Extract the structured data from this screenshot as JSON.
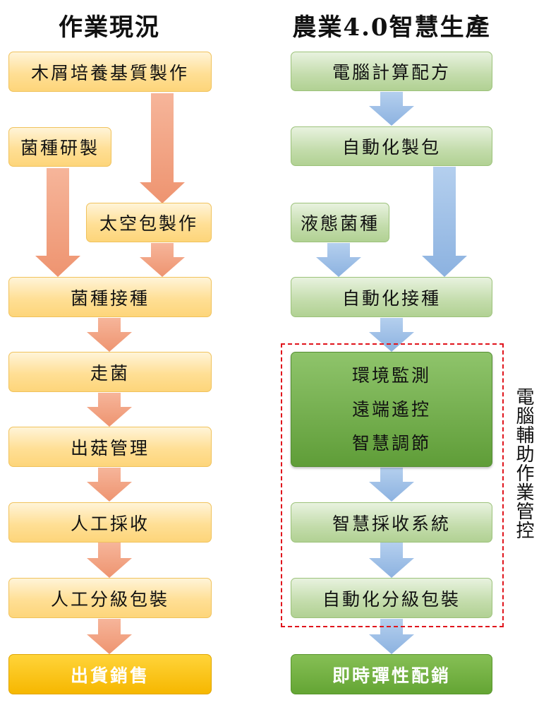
{
  "left": {
    "title": "作業現況",
    "steps": [
      "木屑培養基質製作",
      "菌種研製",
      "太空包製作",
      "菌種接種",
      "走菌",
      "出菇管理",
      "人工採收",
      "人工分級包裝",
      "出貨銷售"
    ]
  },
  "right": {
    "title": "農業4.0智慧生產",
    "steps": [
      "電腦計算配方",
      "自動化製包",
      "液態菌種",
      "自動化接種"
    ],
    "env_lines": [
      "環境監測",
      "遠端遙控",
      "智慧調節"
    ],
    "harvest": "智慧採收系統",
    "packing": "自動化分級包裝",
    "final": "即時彈性配銷",
    "dashed_label": "電腦輔助作業管控"
  },
  "colors": {
    "orange_box": "#fddc8c",
    "orange_final": "#f8bd00",
    "orange_arrow": "#f2a480",
    "green_box": "#c3dcab",
    "green_dark": "#6aa83f",
    "green_final": "#6aaa3a",
    "blue_arrow": "#9bbde3",
    "dashed_border": "#e0141c"
  }
}
